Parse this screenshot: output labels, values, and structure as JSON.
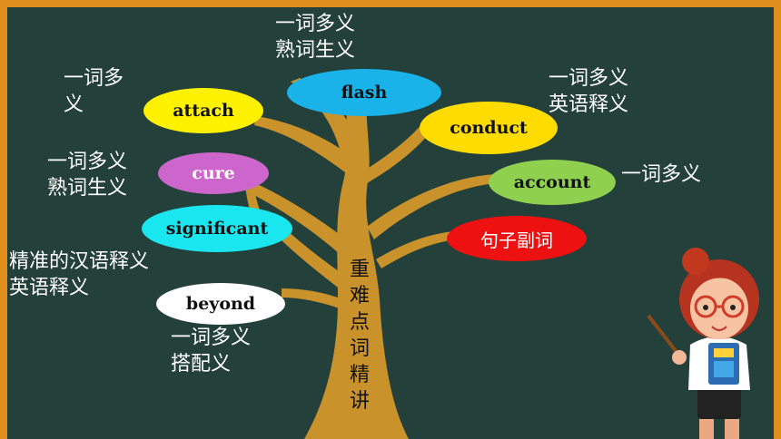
{
  "words": [
    {
      "key": "flash",
      "text": "flash"
    },
    {
      "key": "attach",
      "text": "attach"
    },
    {
      "key": "conduct",
      "text": "conduct"
    },
    {
      "key": "cure",
      "text": "cure"
    },
    {
      "key": "account",
      "text": "account"
    },
    {
      "key": "significant",
      "text": "significant"
    },
    {
      "key": "sentence_adverb",
      "text": "句子副词"
    },
    {
      "key": "beyond",
      "text": "beyond"
    }
  ],
  "labels": {
    "flash": [
      "一词多义",
      "熟词生义"
    ],
    "attach": [
      "一词多",
      "义"
    ],
    "conduct": [
      "一词多义",
      "英语释义"
    ],
    "cure": [
      "一词多义",
      "熟词生义"
    ],
    "account": [
      "一词多义"
    ],
    "significant": [
      "精准的汉语释义",
      "英语释义"
    ],
    "beyond": [
      "一词多义",
      "搭配义"
    ]
  },
  "title_chars": [
    "重",
    "难",
    "点",
    "词",
    "精",
    "讲"
  ],
  "colors": {
    "board": "#24403a",
    "frame": "#e08e1c",
    "trunk": "#c9922a",
    "flash": "#19b3ea",
    "attach": "#fff200",
    "conduct": "#ffdc00",
    "cure": "#cc66cc",
    "account": "#8fd14f",
    "significant": "#19e6ee",
    "sentence_adverb": "#ee1111",
    "beyond": "#ffffff"
  },
  "icons": [
    "teacher-illustration",
    "pointer-stick-icon",
    "book-icon"
  ]
}
